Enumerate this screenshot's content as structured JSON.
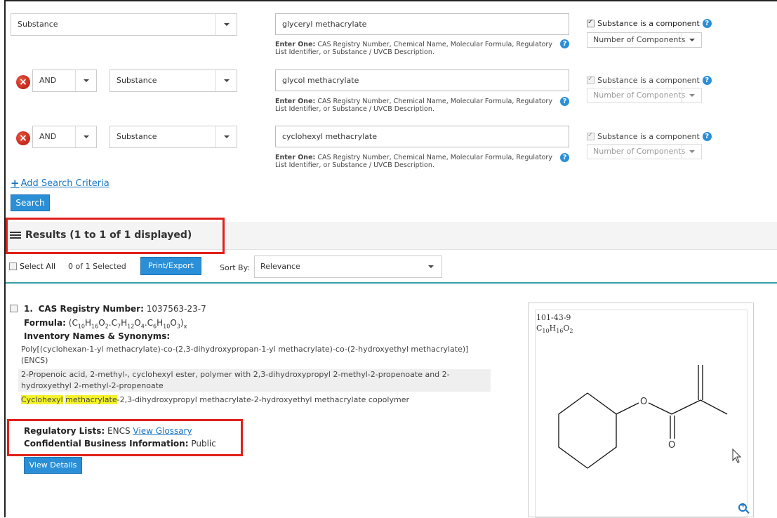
{
  "criteria": [
    {
      "field": "Substance",
      "value": "glyceryl methacrylate",
      "component_label": "Substance is a component",
      "components_placeholder": "Number of Components"
    },
    {
      "operator": "AND",
      "field": "Substance",
      "value": "glycol methacrylate",
      "component_label": "Substance is a component",
      "components_placeholder": "Number of Components"
    },
    {
      "operator": "AND",
      "field": "Substance",
      "value": "cyclohexyl methacrylate",
      "component_label": "Substance is a component",
      "components_placeholder": "Number of Components"
    }
  ],
  "hint": {
    "bold": "Enter One:",
    "text": " CAS Registry Number, Chemical Name, Molecular Formula, Regulatory List Identifier, or Substance / UVCB Description."
  },
  "add_criteria_label": "Add Search Criteria",
  "search_label": "Search",
  "results": {
    "title": "Results (1 to 1 of 1 displayed)",
    "select_all": "Select All",
    "selected_count": "0 of 1 Selected",
    "print_export": "Print/Export",
    "sort_by_label": "Sort By:",
    "sort_by_value": "Relevance"
  },
  "record": {
    "index": "1.",
    "cas_label": "CAS Registry Number:",
    "cas_value": "1037563-23-7",
    "formula_label": "Formula:",
    "names_label": "Inventory Names & Synonyms:",
    "synonym_1": "Poly[(cyclohexan-1-yl methacrylate)-co-(2,3-dihydroxypropan-1-yl methacrylate)-co-(2-hydroxyethyl methacrylate)] (ENCS)",
    "synonym_2": "2-Propenoic acid, 2-methyl-, cyclohexyl ester, polymer with 2,3-dihydroxypropyl 2-methyl-2-propenoate and 2-hydroxyethyl 2-methyl-2-propenoate",
    "synonym_3_hl1": "Cyclohexyl",
    "synonym_3_hl2": "methacrylate",
    "synonym_3_rest": "-2,3-dihydroxypropyl methacrylate-2-hydroxyethyl methacrylate copolymer",
    "reg_label": "Regulatory Lists:",
    "reg_value": "ENCS",
    "glossary_link": "View Glossary",
    "cbi_label": "Confidential Business Information:",
    "cbi_value": "Public",
    "view_details": "View Details"
  },
  "structure": {
    "cas": "101-43-9",
    "atom_o1": "O",
    "atom_o2": "O"
  },
  "colors": {
    "accent": "#2a8fd6",
    "highlight_box": "#e0211a",
    "divider": "#3a9fa8",
    "text_highlight": "#f3f32a"
  }
}
